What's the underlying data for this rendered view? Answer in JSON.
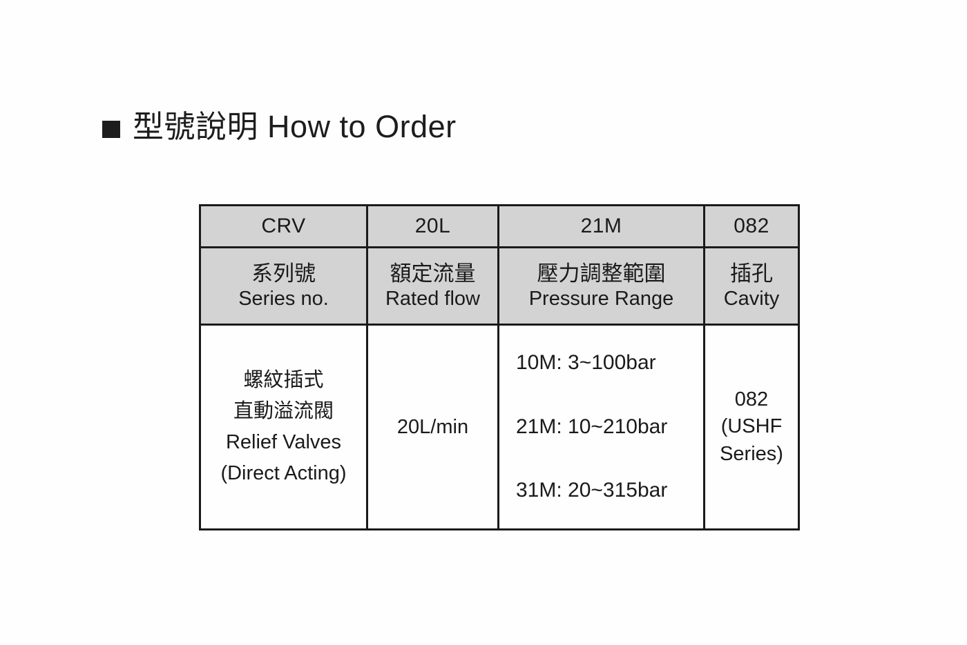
{
  "page": {
    "background_color": "#fefefe",
    "text_color": "#1a1a1a",
    "header_fill_color": "#d3d3d3",
    "border_color": "#1a1a1a"
  },
  "heading": {
    "bullet": "black-square",
    "title_cn": "型號說明",
    "title_en": "How to Order"
  },
  "table": {
    "code_row": {
      "series": "CRV",
      "flow": "20L",
      "pressure": "21M",
      "cavity": "082"
    },
    "label_row": {
      "series_cn": "系列號",
      "series_en": "Series no.",
      "flow_cn": "額定流量",
      "flow_en": "Rated flow",
      "pressure_cn": "壓力調整範圍",
      "pressure_en": "Pressure Range",
      "cavity_cn": "插孔",
      "cavity_en": "Cavity"
    },
    "body_row": {
      "series": {
        "line1": "螺紋插式",
        "line2": "直動溢流閥",
        "line3": "Relief Valves",
        "line4": "(Direct Acting)"
      },
      "flow": "20L/min",
      "pressure": {
        "option1": "10M: 3~100bar",
        "option2": "21M: 10~210bar",
        "option3": "31M: 20~315bar"
      },
      "cavity": {
        "line1": "082",
        "line2": "(USHF",
        "line3": "Series)"
      }
    }
  }
}
